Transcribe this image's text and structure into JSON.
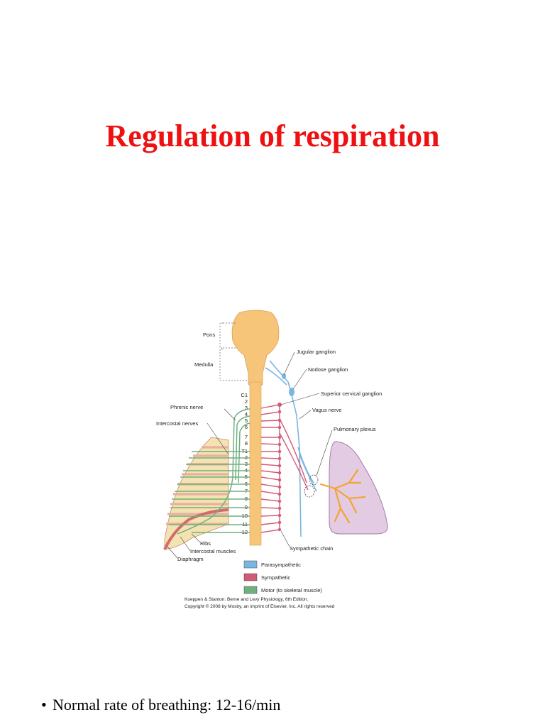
{
  "slide": {
    "title": "Regulation of respiration",
    "bullet": "Normal rate of breathing: 12-16/min",
    "bullet_marker": "•"
  },
  "figure": {
    "labels": {
      "pons": "Pons",
      "medulla": "Medulla",
      "jugular_ganglion": "Jugular ganglion",
      "nodose_ganglion": "Nodose ganglion",
      "superior_cervical_ganglion": "Superior cervical ganglion",
      "vagus_nerve": "Vagus nerve",
      "pulmonary_plexus": "Pulmonary plexus",
      "phrenic_nerve": "Phrenic nerve",
      "intercostal_nerves": "Intercostal nerves",
      "ribs": "Ribs",
      "intercostal_muscles": "Intercostal muscles",
      "diaphragm": "Diaphragm",
      "sympathetic_chain": "Sympathetic chain"
    },
    "cervical_segments": [
      "C1",
      "2",
      "3",
      "4",
      "5",
      "6",
      "7",
      "8"
    ],
    "thoracic_segments": [
      "T1",
      "2",
      "3",
      "4",
      "5",
      "6",
      "7",
      "8",
      "9",
      "10",
      "11",
      "12"
    ],
    "legend": [
      {
        "label": "Parasympathetic",
        "color": "#7ab6e0"
      },
      {
        "label": "Sympathetic",
        "color": "#d25a78"
      },
      {
        "label": "Motor (to skeletal muscle)",
        "color": "#6fb07e"
      }
    ],
    "credit_line1": "Koeppen & Stanton: Berne and Levy Physiology, 6th Edition.",
    "credit_line2": "Copyright © 2008 by Mosby, an imprint of Elsevier, Inc. All rights reserved",
    "colors": {
      "cord": "#f6c57a",
      "lung": "#e3cbe3",
      "lung_edge": "#a57aa9",
      "airway": "#f2a531",
      "muscle": "#e8b0a0",
      "rib": "#f4e3b0"
    }
  }
}
